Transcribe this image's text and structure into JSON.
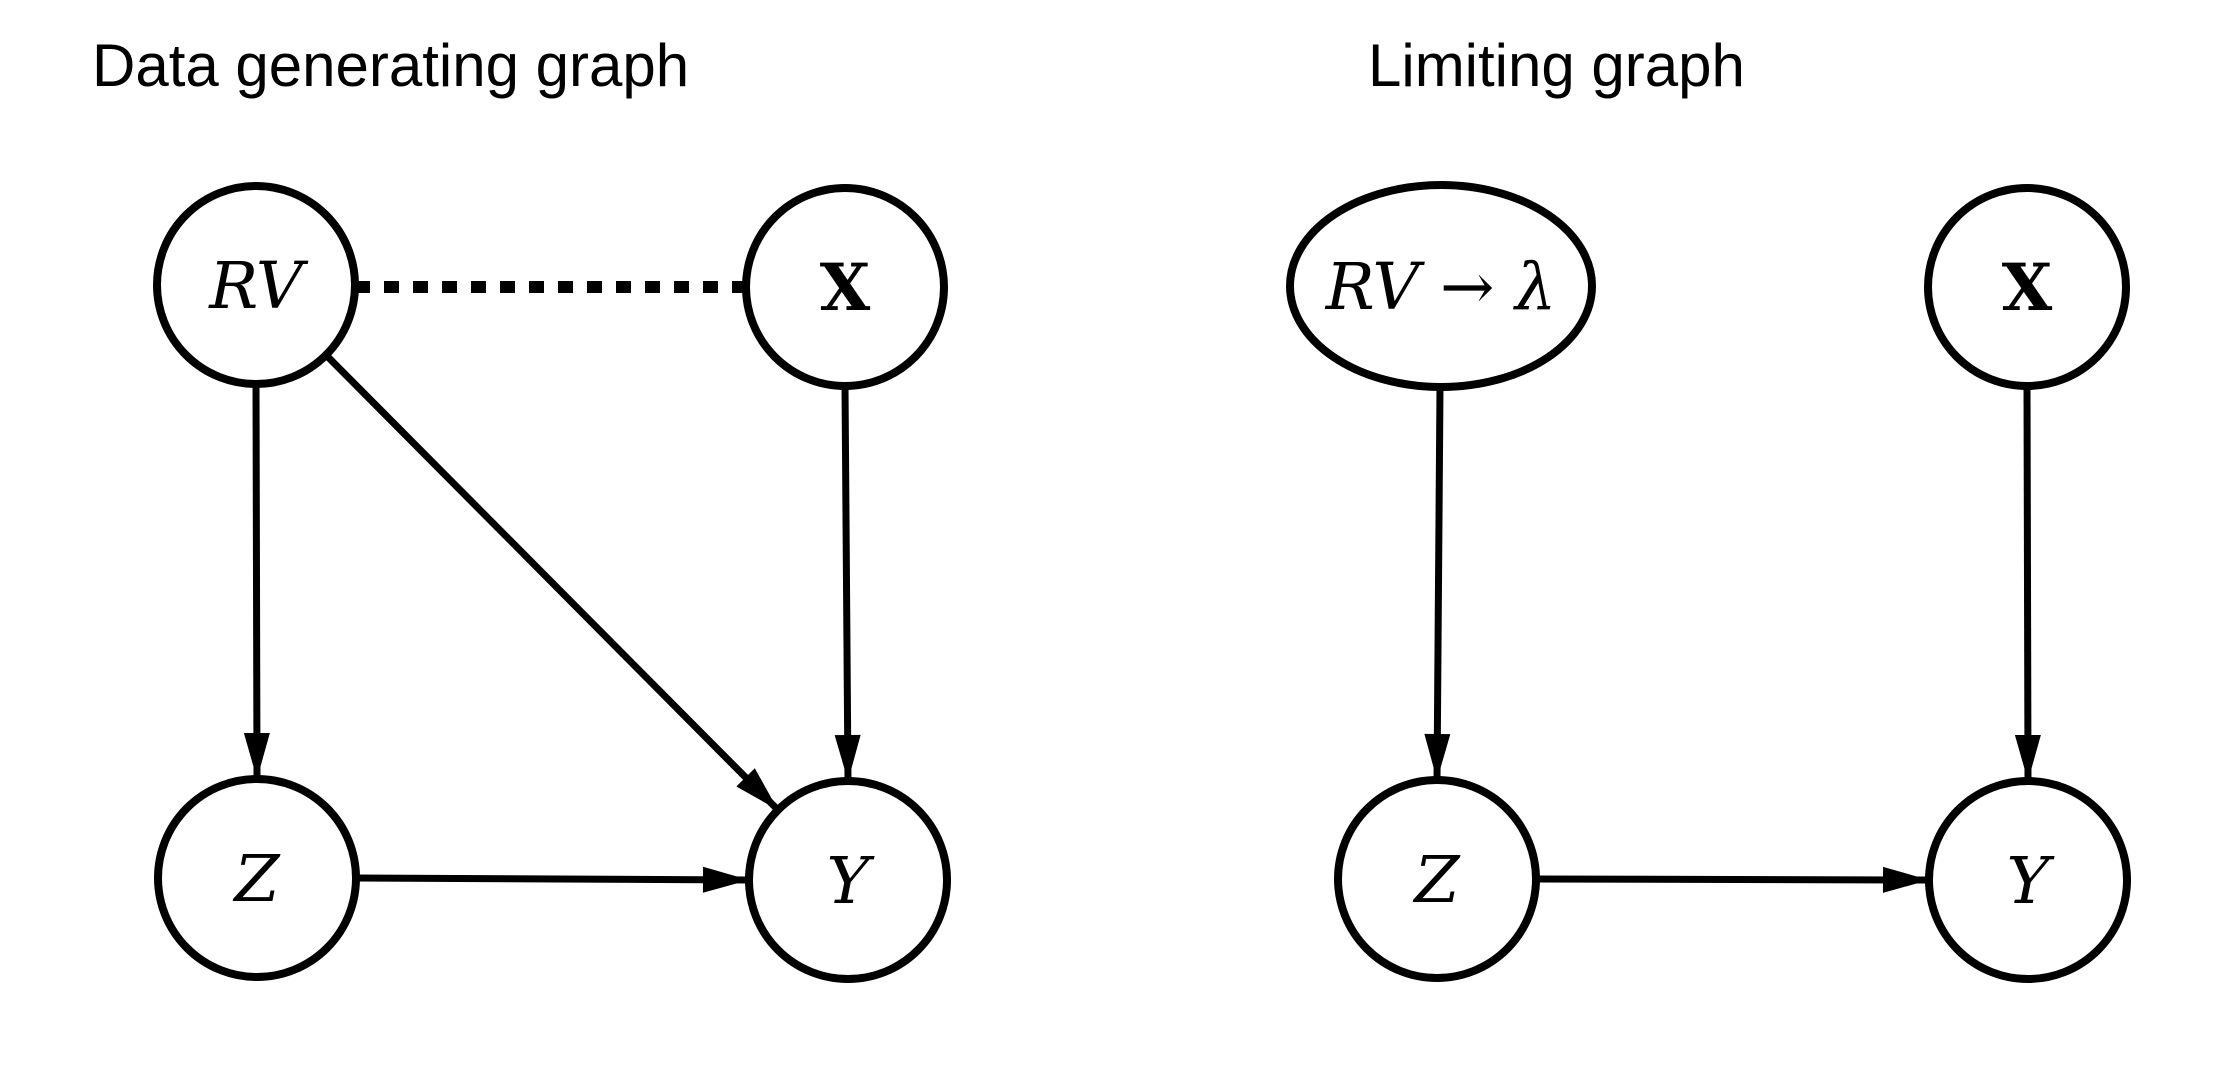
{
  "figure": {
    "background": "#ffffff",
    "colors": {
      "node_fill": "#ffffff",
      "node_stroke": "#000000",
      "edge": "#000000",
      "dashed_edge": "#808080",
      "text": "#000000"
    },
    "left_panel": {
      "title": "Data generating graph",
      "nodes": [
        {
          "id": "RV",
          "label": "RV",
          "shape": "circle",
          "text_style": "math-italic"
        },
        {
          "id": "X",
          "label": "X",
          "shape": "circle",
          "text_style": "bold"
        },
        {
          "id": "Z",
          "label": "Z",
          "shape": "circle",
          "text_style": "math-italic"
        },
        {
          "id": "Y",
          "label": "Y",
          "shape": "circle",
          "text_style": "math-italic"
        }
      ],
      "edges": [
        {
          "from": "RV",
          "to": "X",
          "type": "undirected-dashed",
          "color": "#808080"
        },
        {
          "from": "RV",
          "to": "Z",
          "type": "directed-solid",
          "color": "#000000"
        },
        {
          "from": "RV",
          "to": "Y",
          "type": "directed-solid",
          "color": "#000000"
        },
        {
          "from": "X",
          "to": "Y",
          "type": "directed-solid",
          "color": "#000000"
        },
        {
          "from": "Z",
          "to": "Y",
          "type": "directed-solid",
          "color": "#000000"
        }
      ]
    },
    "right_panel": {
      "title": "Limiting graph",
      "nodes": [
        {
          "id": "RV_lambda",
          "label": "RV → λ",
          "shape": "ellipse",
          "text_style": "math-italic"
        },
        {
          "id": "X",
          "label": "X",
          "shape": "circle",
          "text_style": "bold"
        },
        {
          "id": "Z",
          "label": "Z",
          "shape": "circle",
          "text_style": "math-italic"
        },
        {
          "id": "Y",
          "label": "Y",
          "shape": "circle",
          "text_style": "math-italic"
        }
      ],
      "edges": [
        {
          "from": "RV_lambda",
          "to": "Z",
          "type": "directed-solid",
          "color": "#000000"
        },
        {
          "from": "X",
          "to": "Y",
          "type": "directed-solid",
          "color": "#000000"
        },
        {
          "from": "Z",
          "to": "Y",
          "type": "directed-solid",
          "color": "#000000"
        }
      ]
    }
  }
}
